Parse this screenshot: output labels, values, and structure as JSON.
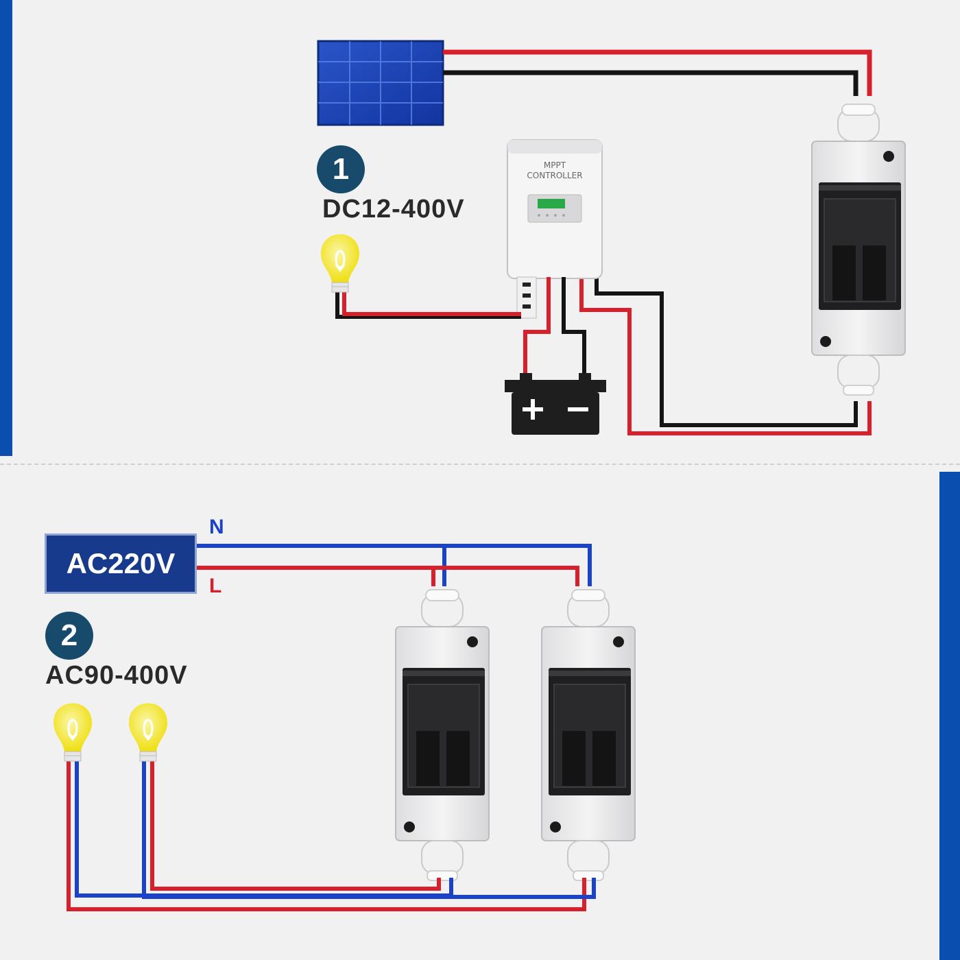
{
  "diagram1": {
    "badge": "1",
    "voltage": "DC12-400V",
    "controller_label": [
      "MPPT",
      "CONTROLLER"
    ],
    "battery_plus": "+",
    "battery_minus": "−"
  },
  "diagram2": {
    "badge": "2",
    "voltage": "AC90-400V",
    "source_label": "AC220V",
    "neutral_label": "N",
    "line_label": "L"
  },
  "colors": {
    "accent_blue": "#0a4fb0",
    "badge": "#184a6b",
    "ac_box": "#173a8c",
    "wire_red": "#d8202c",
    "wire_blue": "#1a43c9",
    "wire_black": "#141414",
    "bulb": "#f4e41e"
  }
}
